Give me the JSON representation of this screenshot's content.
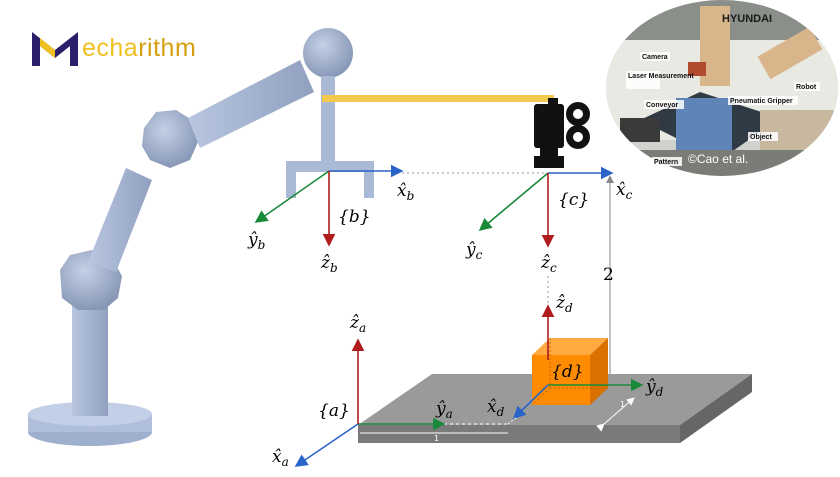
{
  "logo": {
    "text_main": "echa",
    "text_accent": "rithm"
  },
  "frames": {
    "b": {
      "label": "{b}",
      "x": "x̂",
      "x_sub": "b",
      "y": "ŷ",
      "y_sub": "b",
      "z": "ẑ",
      "z_sub": "b"
    },
    "c": {
      "label": "{c}",
      "x": "x̂",
      "x_sub": "c",
      "y": "ŷ",
      "y_sub": "c",
      "z": "ẑ",
      "z_sub": "c"
    },
    "a": {
      "label": "{a}",
      "x": "x̂",
      "x_sub": "a",
      "y": "ŷ",
      "y_sub": "a",
      "z": "ẑ",
      "z_sub": "a"
    },
    "d": {
      "label": "{d}",
      "x": "x̂",
      "x_sub": "d",
      "y": "ŷ",
      "y_sub": "d",
      "z": "ẑ",
      "z_sub": "d"
    }
  },
  "dimensions": {
    "height": "2",
    "table_x": "1",
    "table_y": "1"
  },
  "inset": {
    "labels": {
      "camera": "Camera",
      "laser": "Laser Measurement",
      "conveyor": "Conveyor",
      "gripper": "Pneumatic Gripper",
      "robot": "Robot",
      "object": "Object",
      "pattern": "Pattern",
      "brand": "HYUNDAI",
      "credit": "©Cao et al."
    }
  },
  "colors": {
    "x_axis": "#2a64c8",
    "y_axis": "#1a8a3a",
    "z_axis": "#b01c1c",
    "robot": "#a9b9d6",
    "beam": "#f2c94c",
    "box": "#ff8c00",
    "table": "#9a9a9a"
  }
}
